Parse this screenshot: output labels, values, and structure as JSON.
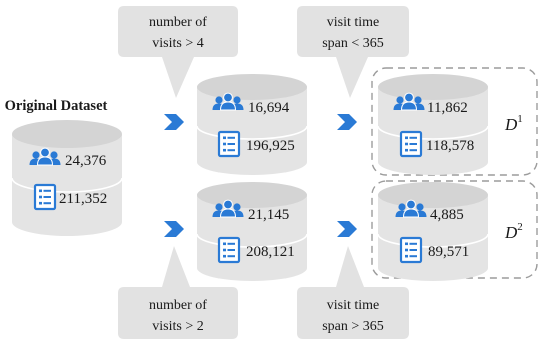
{
  "original": {
    "title": "Original Dataset",
    "users": "24,376",
    "records": "211,352"
  },
  "filters": {
    "visits_gt4": [
      "number of",
      "visits > 4"
    ],
    "visits_gt2": [
      "number of",
      "visits > 2"
    ],
    "span_lt365": [
      "visit time",
      "span < 365"
    ],
    "span_gt365": [
      "visit time",
      "span > 365"
    ]
  },
  "intermediate": {
    "top": {
      "users": "16,694",
      "records": "196,925"
    },
    "bottom": {
      "users": "21,145",
      "records": "208,121"
    }
  },
  "final": {
    "d1": {
      "label": "D",
      "sup": "1",
      "users": "11,862",
      "records": "118,578"
    },
    "d2": {
      "label": "D",
      "sup": "2",
      "users": "4,885",
      "records": "89,571"
    }
  },
  "colors": {
    "cylinder": "#e4e4e4",
    "cylinder_top": "#d2d2d2",
    "callout": "#e2e2e2",
    "accent": "#2a7ad5",
    "frame": "#9c9c9c"
  },
  "icons": {
    "users": "people-group-icon",
    "records": "document-list-icon",
    "flow": "chevron-right-icon"
  }
}
